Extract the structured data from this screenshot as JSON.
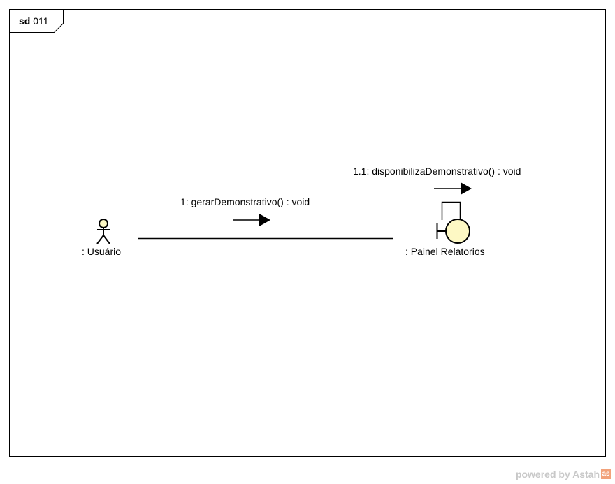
{
  "frame": {
    "keyword": "sd",
    "name": "011"
  },
  "lifelines": {
    "actor": {
      "label": ": Usuário"
    },
    "boundary": {
      "label": ": Painel Relatorios"
    }
  },
  "messages": [
    {
      "label": "1: gerarDemonstrativo() : void"
    },
    {
      "label": "1.1: disponibilizaDemonstrativo() : void"
    }
  ],
  "colors": {
    "boundary_fill": "#fdf8c4",
    "line": "#000000"
  },
  "watermark": {
    "text": "powered by Astah",
    "logo": "as"
  }
}
